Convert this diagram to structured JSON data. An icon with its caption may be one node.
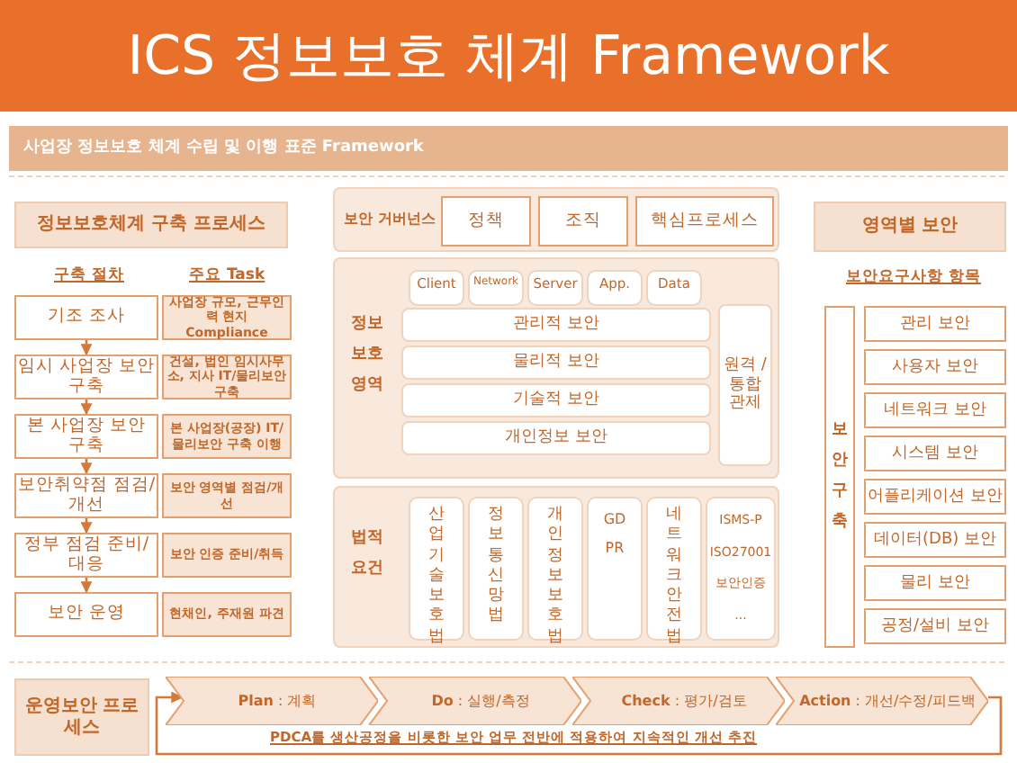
{
  "diagram": {
    "title": "ICS 정보보호 체계 Framework",
    "nodes": [
      {
        "text": [
          "사업장 정보보호 체계 수립 및 이행 표준 Framework"
        ]
      },
      {
        "text": [
          "정보보호체계 구축 프로세스"
        ]
      },
      {
        "text": [
          "기조 조사"
        ]
      },
      {
        "text": [
          "사업장 규모, 근무인력 현지 Compliance"
        ]
      },
      {
        "text": [
          "임시 사업장 보안 구축"
        ]
      },
      {
        "text": [
          "건설, 법인 임시사무소, 지사 IT/물리보안 구축"
        ]
      },
      {
        "text": [
          "본 사업장 보안 구축"
        ]
      },
      {
        "text": [
          "본 사업장(공장) IT/물리보안 구축 이행"
        ]
      },
      {
        "text": [
          "보안취약점 점검/개선"
        ]
      },
      {
        "text": [
          "보안 영역별 점검/개선"
        ]
      },
      {
        "text": [
          "정부 점검 준비/대응"
        ]
      },
      {
        "text": [
          "보안 인증 준비/취득"
        ]
      },
      {
        "text": [
          "보안 운영"
        ]
      },
      {
        "text": [
          "현채인, 주재원 파견"
        ]
      },
      {
        "text": [
          "보안 거버넌스"
        ]
      },
      {
        "text": [
          "정책"
        ],
        "in": 14
      },
      {
        "text": [
          "조직"
        ],
        "in": 14
      },
      {
        "text": [
          "핵심프로세스"
        ],
        "in": 14
      },
      {
        "text": [
          "정보 보호 영역"
        ]
      },
      {
        "text": [
          "Client"
        ],
        "in": 18
      },
      {
        "text": [
          "Network"
        ],
        "in": 18
      },
      {
        "text": [
          "Server"
        ],
        "in": 18
      },
      {
        "text": [
          "App."
        ],
        "in": 18
      },
      {
        "text": [
          "Data"
        ],
        "in": 18
      },
      {
        "text": [
          "관리적 보안"
        ],
        "in": 18
      },
      {
        "text": [
          "물리적 보안"
        ],
        "in": 18
      },
      {
        "text": [
          "기술적 보안"
        ],
        "in": 18
      },
      {
        "text": [
          "개인정보 보안"
        ],
        "in": 18
      },
      {
        "text": [
          "원격 / 통합 관제"
        ],
        "in": 18
      },
      {
        "text": [
          "법적 요건"
        ]
      },
      {
        "text": [
          "산업기술보호법"
        ],
        "in": 29
      },
      {
        "text": [
          "정보통신망법"
        ],
        "in": 29
      },
      {
        "text": [
          "개인정보보호법"
        ],
        "in": 29
      },
      {
        "text": [
          "GDPR"
        ],
        "in": 29
      },
      {
        "text": [
          "네트워크안전법"
        ],
        "in": 29
      },
      {
        "text": [
          "ISMS-P",
          "ISO27001",
          "보안인증",
          "..."
        ],
        "in": 29
      },
      {
        "text": [
          "영역별 보안"
        ]
      },
      {
        "text": [
          "보안 구축"
        ]
      },
      {
        "text": [
          "관리 보안"
        ]
      },
      {
        "text": [
          "사용자 보안"
        ]
      },
      {
        "text": [
          "네트워크 보안"
        ]
      },
      {
        "text": [
          "시스템 보안"
        ]
      },
      {
        "text": [
          "어플리케이션 보안"
        ]
      },
      {
        "text": [
          "데이터(DB) 보안"
        ]
      },
      {
        "text": [
          "물리 보안"
        ]
      },
      {
        "text": [
          "공정/설비 보안"
        ]
      },
      {
        "text": [
          "운영보안 프로세스"
        ]
      },
      {
        "text": [
          "**Plan** : 계획"
        ]
      },
      {
        "text": [
          "**Do** : 실행/측정"
        ]
      },
      {
        "text": [
          "**Check** : 평가/검토"
        ]
      },
      {
        "text": [
          "**Action** : 개선/수정/피드백"
        ]
      }
    ],
    "edges": [
      {
        "from": 2,
        "to": 4,
        "arrow": "to"
      },
      {
        "from": 4,
        "to": 6,
        "arrow": "to"
      },
      {
        "from": 6,
        "to": 8,
        "arrow": "to"
      },
      {
        "from": 8,
        "to": 10,
        "arrow": "to"
      },
      {
        "from": 10,
        "to": 12,
        "arrow": "to"
      },
      {
        "from": 50,
        "to": 47,
        "arrow": "to"
      }
    ],
    "labels": [
      "구축 절차",
      "주요 Task",
      "보안요구사항 항목",
      "PDCA를 생산공정을 비롯한 보안 업무 전반에 적용하여 지속적인 개선 추진"
    ]
  }
}
